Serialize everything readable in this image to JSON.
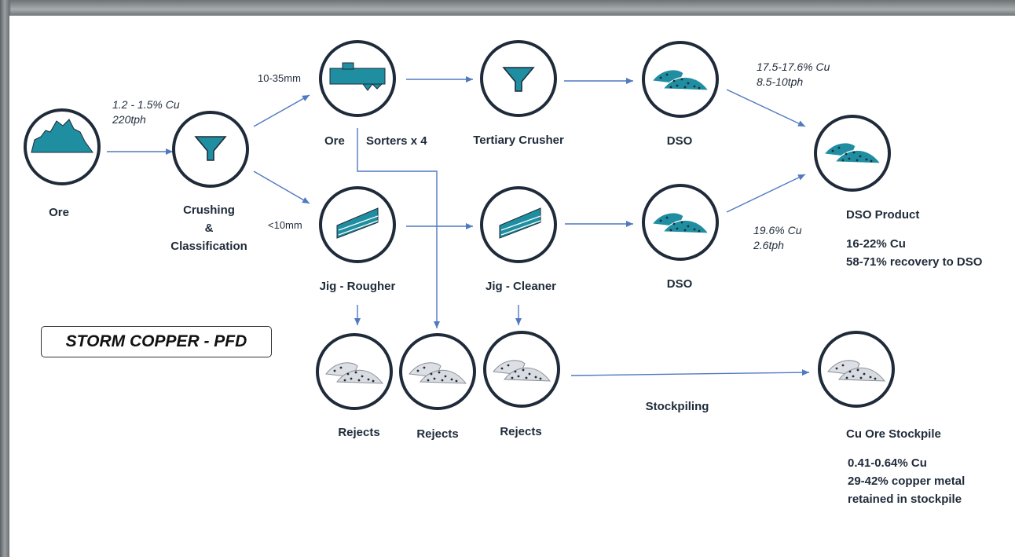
{
  "title": "STORM COPPER - PFD",
  "nodes": {
    "ore": "Ore",
    "crushing": [
      "Crushing",
      "&",
      "Classification"
    ],
    "ore_sorter": "Ore",
    "sorters": "Sorters x 4",
    "tertiary_crusher": "Tertiary Crusher",
    "dso_top": "DSO",
    "dso_bottom": "DSO",
    "dso_product": "DSO Product",
    "jig_rougher": "Jig - Rougher",
    "jig_cleaner": "Jig - Cleaner",
    "rejects_1": "Rejects",
    "rejects_2": "Rejects",
    "rejects_3": "Rejects",
    "stockpiling": "Stockpiling",
    "cu_ore_stockpile": "Cu Ore Stockpile"
  },
  "size_labels": {
    "coarse": "10-35mm",
    "fine": "<10mm"
  },
  "annotations": {
    "feed": [
      "1.2 - 1.5% Cu",
      "220tph"
    ],
    "dso_top": [
      "17.5-17.6% Cu",
      "8.5-10tph"
    ],
    "dso_bottom": [
      "19.6% Cu",
      "2.6tph"
    ]
  },
  "dso_product_stats": [
    "16-22% Cu",
    "58-71% recovery to DSO"
  ],
  "stockpile_stats": [
    "0.41-0.64% Cu",
    "29-42% copper metal",
    "retained in stockpile"
  ],
  "colors": {
    "teal": "#1e8ea0",
    "navy": "#1f2b3a",
    "arrow": "#4f79c0",
    "reject_fill": "#d8dbe0"
  }
}
